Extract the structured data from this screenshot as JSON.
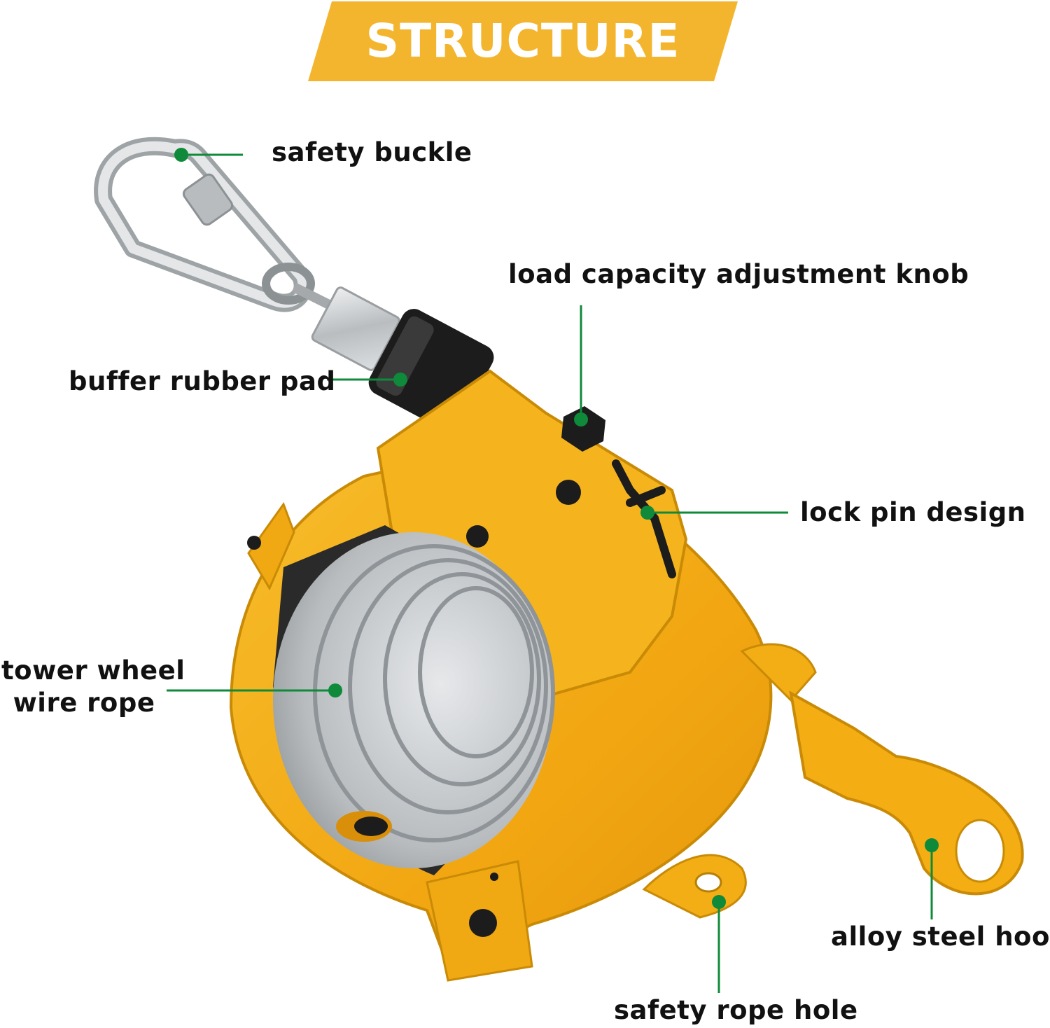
{
  "title": "STRUCTURE",
  "colors": {
    "banner": "#f4b52e",
    "housing": "#f3ae16",
    "housing_dark": "#d98f0a",
    "callout": "#0e8a3a",
    "steel": "#c9ccce",
    "rubber": "#1c1c1c"
  },
  "labels": {
    "safety_buckle": "safety buckle",
    "load_capacity_knob": "load capacity adjustment knob",
    "buffer_rubber_pad": "buffer rubber pad",
    "lock_pin": "lock pin design",
    "tower_wheel_line1": "tower wheel",
    "tower_wheel_line2": "wire rope",
    "alloy_steel_hook": "alloy steel hook",
    "safety_rope_hole": "safety rope hole"
  }
}
